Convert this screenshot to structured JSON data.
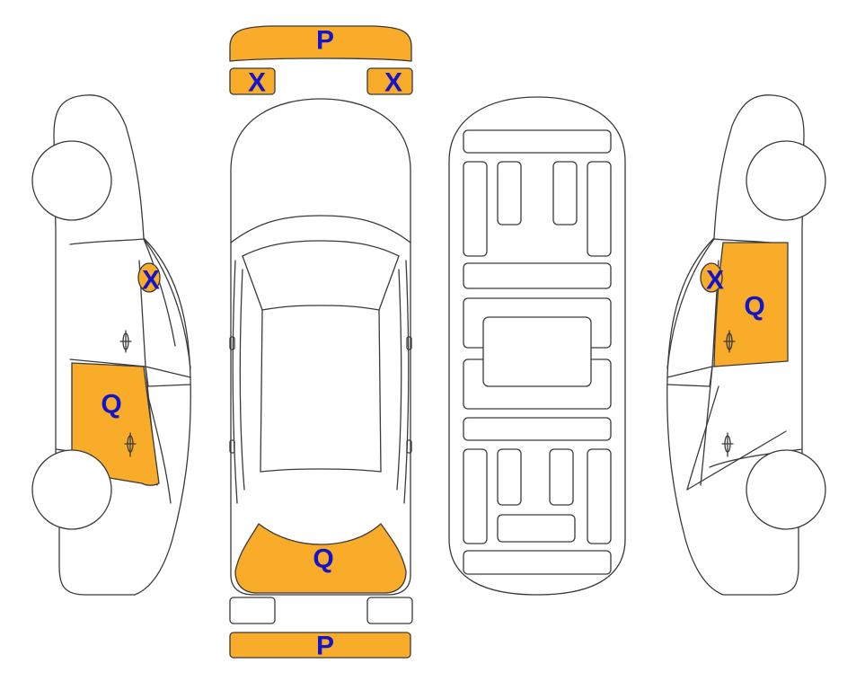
{
  "colors": {
    "highlight": "#f9ab2a",
    "marker_text": "#1414c8",
    "outline": "#3a3a3a",
    "background": "#ffffff"
  },
  "markers": {
    "front_bumper": "P",
    "front_left_light": "X",
    "front_right_light": "X",
    "left_mirror": "X",
    "left_rear_door": "Q",
    "rear_window": "Q",
    "rear_bumper": "P",
    "right_mirror": "X",
    "right_front_door": "Q"
  },
  "highlighted_parts": [
    "front_bumper",
    "front_left_light",
    "front_right_light",
    "left_mirror",
    "left_rear_door",
    "rear_window",
    "rear_bumper",
    "right_mirror",
    "right_front_door"
  ]
}
